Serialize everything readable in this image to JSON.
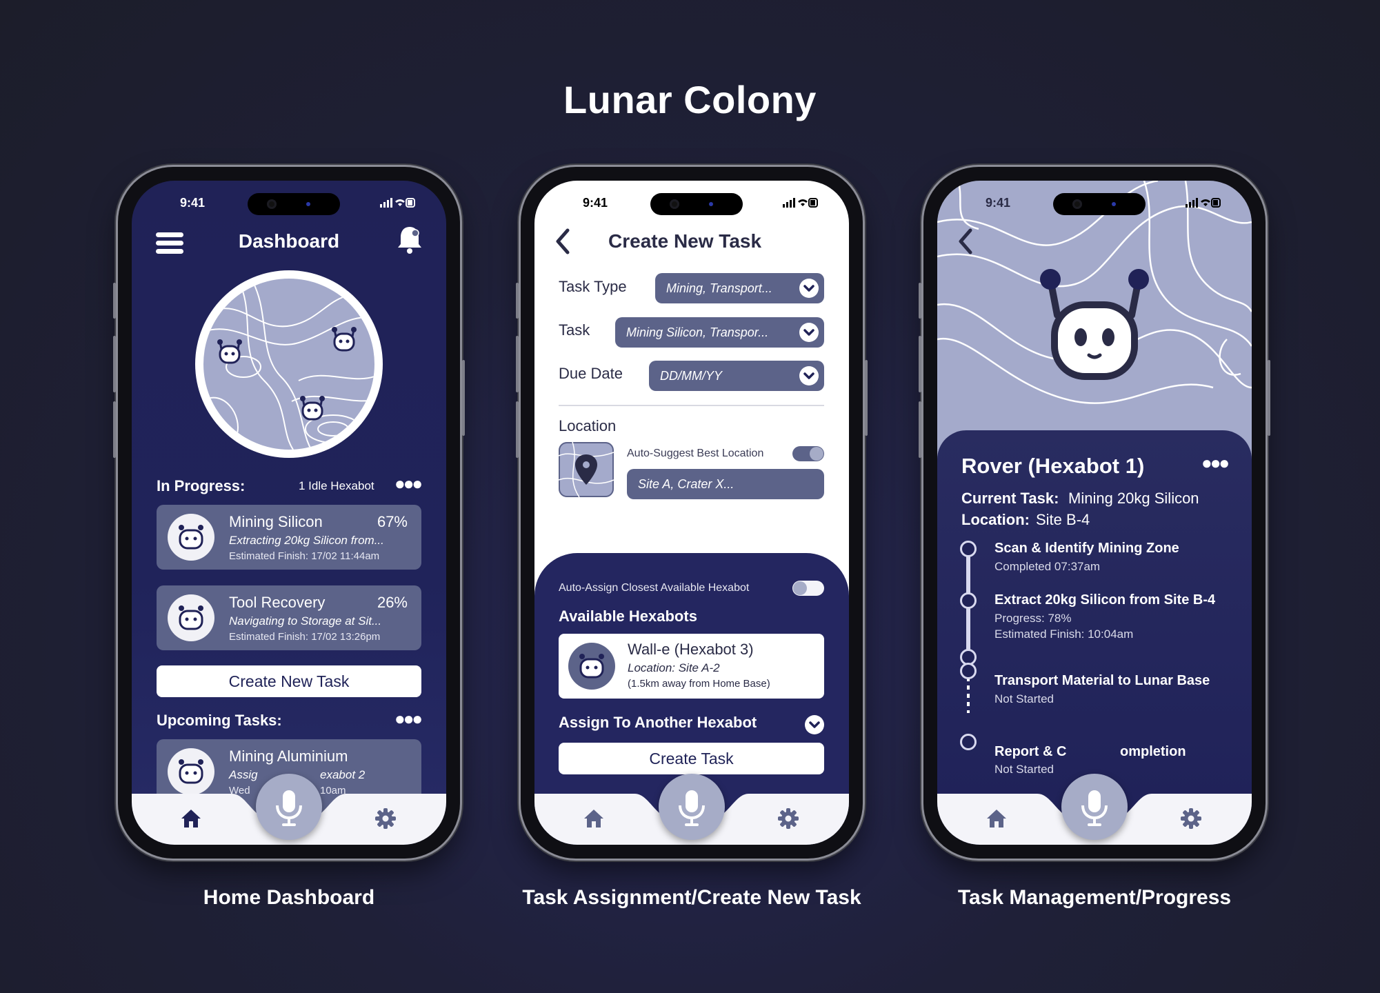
{
  "title": "Lunar Colony",
  "captions": [
    "Home Dashboard",
    "Task Assignment/Create New Task",
    "Task Management/Progress"
  ],
  "status_time": "9:41",
  "dashboard": {
    "title": "Dashboard",
    "in_progress_label": "In Progress:",
    "idle_text": "1 Idle Hexabot",
    "tasks": [
      {
        "name": "Mining Silicon",
        "percent": "67%",
        "desc": "Extracting 20kg Silicon from...",
        "finish": "Estimated Finish: 17/02 11:44am"
      },
      {
        "name": "Tool Recovery",
        "percent": "26%",
        "desc": "Navigating to Storage at Sit...",
        "finish": "Estimated Finish: 17/02 13:26pm"
      }
    ],
    "create_button": "Create New Task",
    "upcoming_label": "Upcoming Tasks:",
    "upcoming": {
      "name": "Mining Aluminium",
      "desc": "Assig",
      "desc2": "exabot 2",
      "date": "Wed",
      "time": "10am"
    }
  },
  "create_task": {
    "title": "Create New Task",
    "fields": [
      {
        "label": "Task Type",
        "value": "Mining, Transport..."
      },
      {
        "label": "Task",
        "value": "Mining Silicon, Transpor..."
      },
      {
        "label": "Due Date",
        "value": "DD/MM/YY"
      }
    ],
    "location_label": "Location",
    "auto_suggest": "Auto-Suggest Best Location",
    "location_value": "Site A, Crater X...",
    "auto_assign": "Auto-Assign Closest Available Hexabot",
    "available_label": "Available Hexabots",
    "hexabot": {
      "name": "Wall-e (Hexabot 3)",
      "location": "Location: Site A-2",
      "distance": "(1.5km away from Home Base)"
    },
    "assign_other": "Assign To Another Hexabot",
    "create_button": "Create Task"
  },
  "progress": {
    "rover_name": "Rover (Hexabot 1)",
    "current_task_label": "Current Task:",
    "current_task": "Mining 20kg Silicon",
    "location_label": "Location:",
    "location": "Site B-4",
    "steps": [
      {
        "title": "Scan & Identify Mining Zone",
        "line1": "Completed 07:37am",
        "line2": ""
      },
      {
        "title": "Extract 20kg Silicon from Site B-4",
        "line1": "Progress: 78%",
        "line2": "Estimated Finish: 10:04am"
      },
      {
        "title": "Transport Material to Lunar Base",
        "line1": "Not Started",
        "line2": ""
      },
      {
        "title_a": "Report & C",
        "title_b": "ompletion",
        "line1": "Not Started"
      }
    ]
  },
  "icons": {
    "menu": "menu-icon",
    "bell": "bell-icon",
    "home": "home-icon",
    "settings": "gear-icon",
    "mic": "microphone-icon",
    "back": "chevron-left-icon",
    "more": "more-icon"
  },
  "colors": {
    "navy": "#202257",
    "slate": "#5c6389",
    "lavender": "#a6acc7",
    "white": "#ffffff"
  }
}
